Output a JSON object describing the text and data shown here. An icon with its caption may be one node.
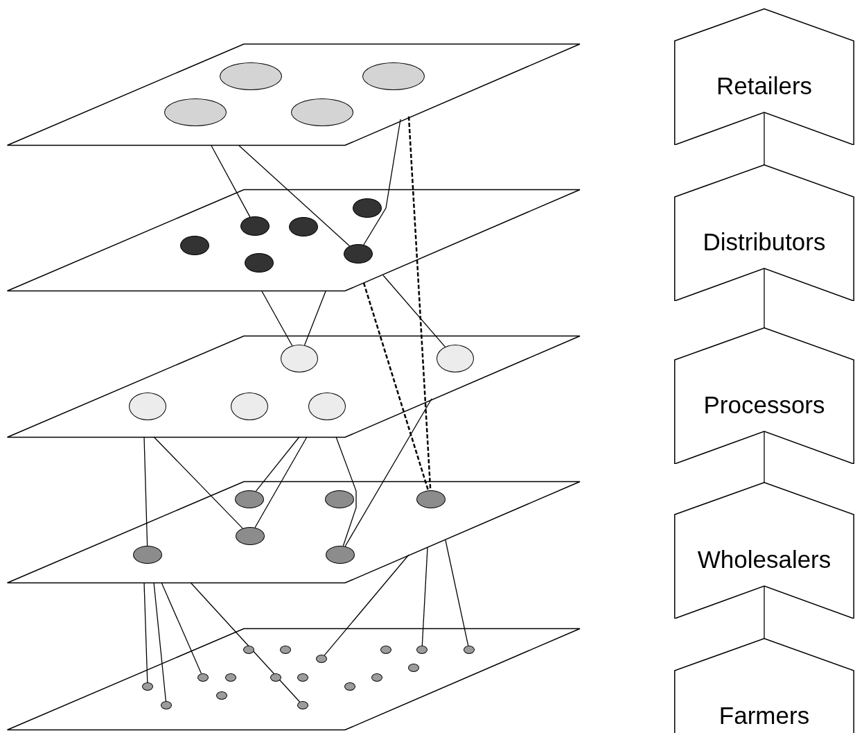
{
  "diagram": {
    "nodes": [
      {
        "text": [],
        "shape": "parallelogram"
      },
      {
        "text": [],
        "shape": "ellipse",
        "in": 0
      },
      {
        "text": [],
        "shape": "ellipse",
        "in": 0
      },
      {
        "text": [],
        "shape": "ellipse",
        "in": 0
      },
      {
        "text": [],
        "shape": "ellipse",
        "in": 0
      },
      {
        "text": [],
        "shape": "parallelogram"
      },
      {
        "text": [],
        "shape": "ellipse",
        "in": 5
      },
      {
        "text": [],
        "shape": "ellipse",
        "in": 5
      },
      {
        "text": [],
        "shape": "ellipse",
        "in": 5
      },
      {
        "text": [],
        "shape": "ellipse",
        "in": 5
      },
      {
        "text": [],
        "shape": "ellipse",
        "in": 5
      },
      {
        "text": [],
        "shape": "ellipse",
        "in": 5
      },
      {
        "text": [],
        "shape": "parallelogram"
      },
      {
        "text": [],
        "shape": "ellipse",
        "in": 12
      },
      {
        "text": [],
        "shape": "ellipse",
        "in": 12
      },
      {
        "text": [],
        "shape": "ellipse",
        "in": 12
      },
      {
        "text": [],
        "shape": "ellipse",
        "in": 12
      },
      {
        "text": [],
        "shape": "ellipse",
        "in": 12
      },
      {
        "text": [],
        "shape": "parallelogram"
      },
      {
        "text": [],
        "shape": "ellipse",
        "in": 18
      },
      {
        "text": [],
        "shape": "ellipse",
        "in": 18
      },
      {
        "text": [],
        "shape": "ellipse",
        "in": 18
      },
      {
        "text": [],
        "shape": "ellipse",
        "in": 18
      },
      {
        "text": [],
        "shape": "ellipse",
        "in": 18
      },
      {
        "text": [],
        "shape": "ellipse",
        "in": 18
      },
      {
        "text": [],
        "shape": "parallelogram"
      },
      {
        "text": [],
        "shape": "circle",
        "in": 25
      },
      {
        "text": [],
        "shape": "circle",
        "in": 25
      },
      {
        "text": [],
        "shape": "circle",
        "in": 25
      },
      {
        "text": [],
        "shape": "circle",
        "in": 25
      },
      {
        "text": [],
        "shape": "circle",
        "in": 25
      },
      {
        "text": [],
        "shape": "circle",
        "in": 25
      },
      {
        "text": [],
        "shape": "circle",
        "in": 25
      },
      {
        "text": [],
        "shape": "circle",
        "in": 25
      },
      {
        "text": [],
        "shape": "circle",
        "in": 25
      },
      {
        "text": [],
        "shape": "circle",
        "in": 25
      },
      {
        "text": [],
        "shape": "circle",
        "in": 25
      },
      {
        "text": [],
        "shape": "circle",
        "in": 25
      },
      {
        "text": [],
        "shape": "circle",
        "in": 25
      },
      {
        "text": [],
        "shape": "circle",
        "in": 25
      },
      {
        "text": [],
        "shape": "circle",
        "in": 25
      },
      {
        "text": [],
        "shape": "circle",
        "in": 25
      },
      {
        "text": [],
        "shape": "circle",
        "in": 25
      },
      {
        "text": [
          "Retailers"
        ]
      },
      {
        "text": [
          "Distributors"
        ]
      },
      {
        "text": [
          "Processors"
        ]
      },
      {
        "text": [
          "Wholesalers"
        ]
      },
      {
        "text": [
          "Farmers"
        ]
      }
    ],
    "edges": [
      {
        "from": 0,
        "to": 7,
        "arrow": "none"
      },
      {
        "from": 0,
        "to": 10,
        "arrow": "none"
      },
      {
        "from": 0,
        "to": 10,
        "arrow": "none"
      },
      {
        "from": 0,
        "to": 21,
        "arrow": "none",
        "style": "dashed"
      },
      {
        "from": 5,
        "to": 13,
        "arrow": "none"
      },
      {
        "from": 5,
        "to": 13,
        "arrow": "none"
      },
      {
        "from": 5,
        "to": 14,
        "arrow": "none"
      },
      {
        "from": 5,
        "to": 21,
        "arrow": "none",
        "style": "dashed"
      },
      {
        "from": 12,
        "to": 23,
        "arrow": "none"
      },
      {
        "from": 12,
        "to": 22,
        "arrow": "none"
      },
      {
        "from": 12,
        "to": 19,
        "arrow": "none"
      },
      {
        "from": 12,
        "to": 22,
        "arrow": "none"
      },
      {
        "from": 12,
        "to": 24,
        "arrow": "none"
      },
      {
        "from": 12,
        "to": 24,
        "arrow": "none"
      },
      {
        "from": 18,
        "to": 38,
        "arrow": "none"
      },
      {
        "from": 18,
        "to": 41,
        "arrow": "none"
      },
      {
        "from": 18,
        "to": 33,
        "arrow": "none"
      },
      {
        "from": 18,
        "to": 42,
        "arrow": "none"
      },
      {
        "from": 18,
        "to": 31,
        "arrow": "none"
      },
      {
        "from": 18,
        "to": 29,
        "arrow": "none"
      },
      {
        "from": 18,
        "to": 30,
        "arrow": "none"
      },
      {
        "from": 43,
        "to": 44,
        "arrow": "none"
      },
      {
        "from": 44,
        "to": 45,
        "arrow": "none"
      },
      {
        "from": 45,
        "to": 46,
        "arrow": "none"
      },
      {
        "from": 46,
        "to": 47,
        "arrow": "none"
      }
    ]
  }
}
